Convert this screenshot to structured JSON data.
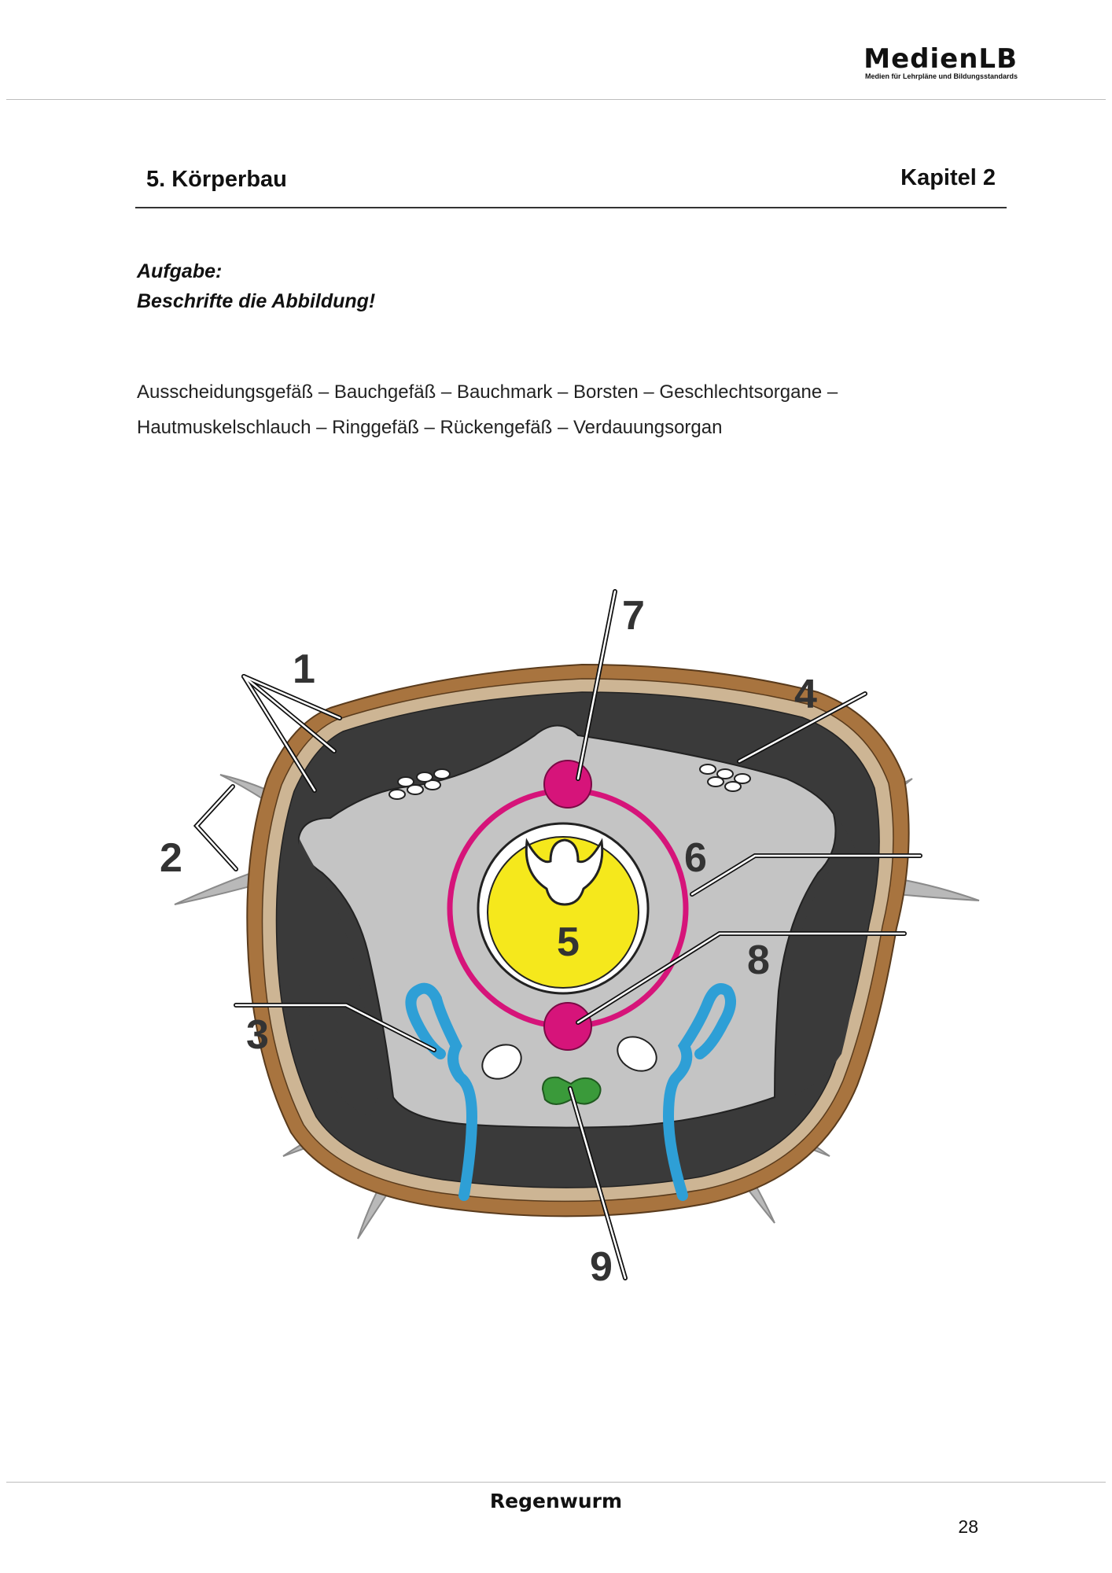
{
  "header": {
    "logo_title": "MedienLB",
    "logo_subtitle": "Medien für Lehrpläne und Bildungsstandards"
  },
  "section": {
    "title": "5. Körperbau",
    "chapter": "Kapitel 2"
  },
  "task": {
    "heading": "Aufgabe:",
    "instruction": "Beschrifte die Abbildung!"
  },
  "word_bank": {
    "line1": "Ausscheidungsgefäß – Bauchgefäß – Bauchmark – Borsten – Geschlechtsorgane –",
    "line2": "Hautmuskelschlauch – Ringgefäß – Rückengefäß – Verdauungsorgan"
  },
  "diagram": {
    "labels": [
      "1",
      "2",
      "3",
      "4",
      "5",
      "6",
      "7",
      "8",
      "9"
    ],
    "colors": {
      "skin_brown": "#a8743f",
      "skin_tan": "#cdb594",
      "muscle_dark": "#3a3a3a",
      "body_cavity": "#c4c4c4",
      "gut_yellow": "#f5e81c",
      "vessel_magenta": "#d6147a",
      "nephridium_blue": "#2e9fd6",
      "nerve_green": "#3a9a3a",
      "bristle_grey": "#b9b9b9"
    }
  },
  "footer": {
    "title": "Regenwurm",
    "page_number": "28"
  }
}
